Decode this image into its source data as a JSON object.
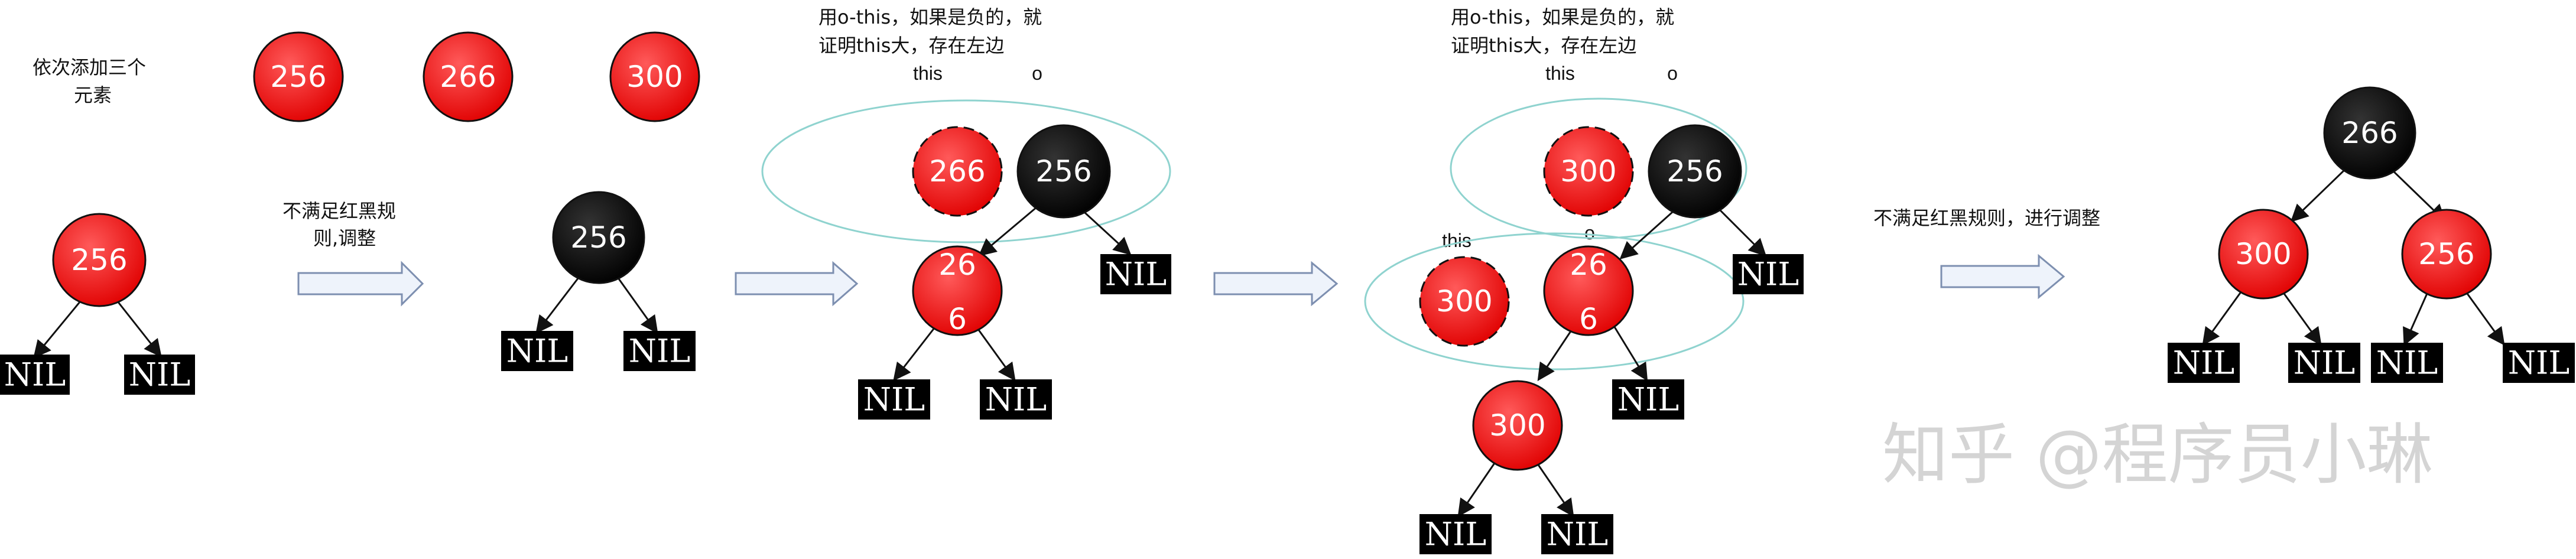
{
  "colors": {
    "red": "#ff1a1a",
    "black": "#0b0b0b",
    "outline": "#8fd3cf",
    "arrow_fill": "#eef3fb",
    "arrow_stroke": "#7d8fb0",
    "watermark": "#d4d4d4"
  },
  "notes": {
    "add_three_line1": "依次添加三个",
    "add_three_line2": "元素",
    "not_satisfy_1_line1": "不满足红黑规",
    "not_satisfy_1_line2": "则,调整",
    "compare_1_line1": "用o-this，如果是负的，就",
    "compare_1_line2": "证明this大，存在左边",
    "compare_2_line1": "用o-this，如果是负的，就",
    "compare_2_line2": "证明this大，存在左边",
    "not_satisfy_2": "不满足红黑规则，进行调整"
  },
  "labels": {
    "this_a": "this",
    "o_a": "o",
    "this_b": "this",
    "o_b": "o",
    "this_c": "this",
    "o_c": "o"
  },
  "nodes": {
    "n256_top": "256",
    "n266_top": "266",
    "n300_top": "300",
    "s1_256": "256",
    "s2_256": "256",
    "s3_266": "266",
    "s3_256": "256",
    "s3_26_line1": "26",
    "s3_26_line2": "6",
    "s4_300": "300",
    "s4_256": "256",
    "s4_26_line1": "26",
    "s4_26_line2": "6",
    "s4_300_left": "300",
    "s4_300_child": "300",
    "s5_266": "266",
    "s5_300": "300",
    "s5_256": "256"
  },
  "nil": "NIL",
  "watermark": "知乎 @程序员小琳"
}
